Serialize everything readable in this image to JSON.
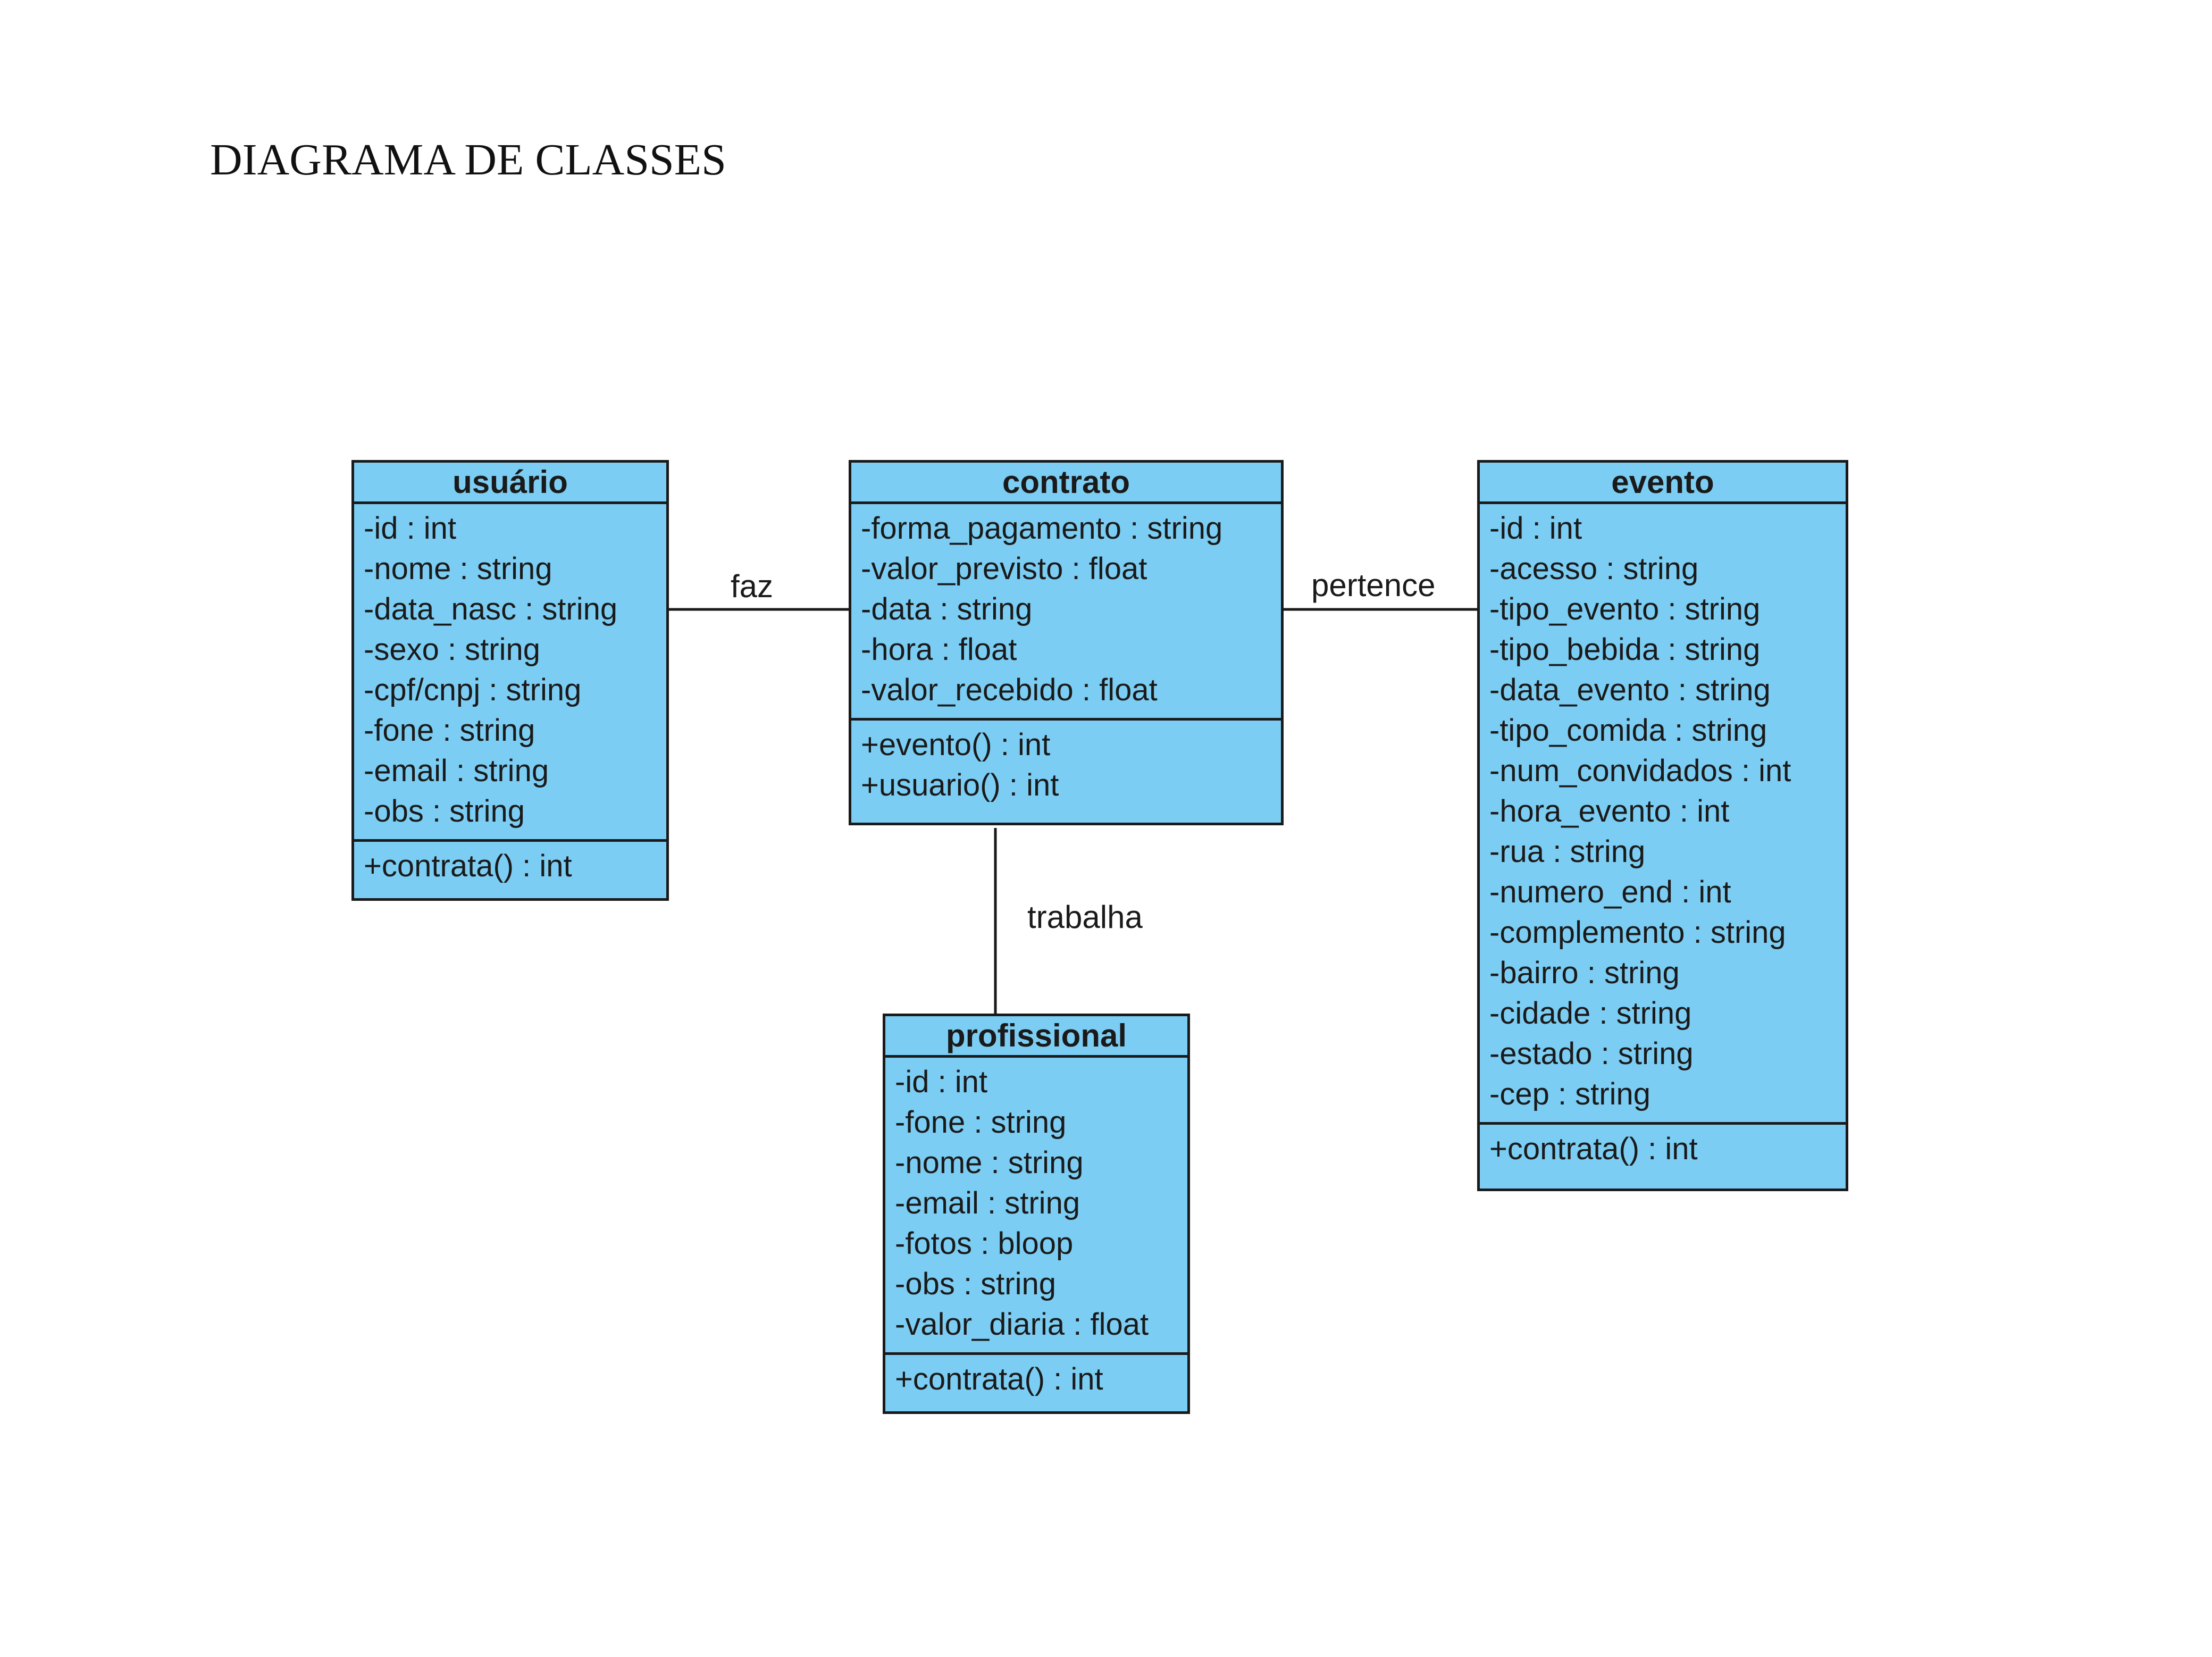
{
  "title": "DIAGRAMA DE CLASSES",
  "colors": {
    "class_fill": "#7ccdf3",
    "border": "#1a1a1a"
  },
  "classes": {
    "usuario": {
      "name": "usuário",
      "attributes": [
        "-id : int",
        "-nome : string",
        "-data_nasc : string",
        "-sexo : string",
        "-cpf/cnpj : string",
        "-fone : string",
        "-email : string",
        "-obs : string"
      ],
      "operations": [
        "+contrata() : int"
      ]
    },
    "contrato": {
      "name": "contrato",
      "attributes": [
        "-forma_pagamento : string",
        "-valor_previsto : float",
        "-data : string",
        "-hora : float",
        "-valor_recebido : float"
      ],
      "operations": [
        "+evento() : int",
        "+usuario() : int"
      ]
    },
    "evento": {
      "name": "evento",
      "attributes": [
        "-id : int",
        "-acesso : string",
        "-tipo_evento : string",
        "-tipo_bebida : string",
        "-data_evento : string",
        "-tipo_comida : string",
        "-num_convidados : int",
        "-hora_evento : int",
        "-rua : string",
        "-numero_end : int",
        "-complemento : string",
        "-bairro : string",
        "-cidade : string",
        "-estado : string",
        "-cep : string"
      ],
      "operations": [
        "+contrata() : int"
      ]
    },
    "profissional": {
      "name": "profissional",
      "attributes": [
        "-id : int",
        "-fone : string",
        "-nome : string",
        "-email : string",
        "-fotos : bloop",
        "-obs : string",
        "-valor_diaria : float"
      ],
      "operations": [
        "+contrata() : int"
      ]
    }
  },
  "associations": {
    "faz": "faz",
    "pertence": "pertence",
    "trabalha": "trabalha"
  }
}
